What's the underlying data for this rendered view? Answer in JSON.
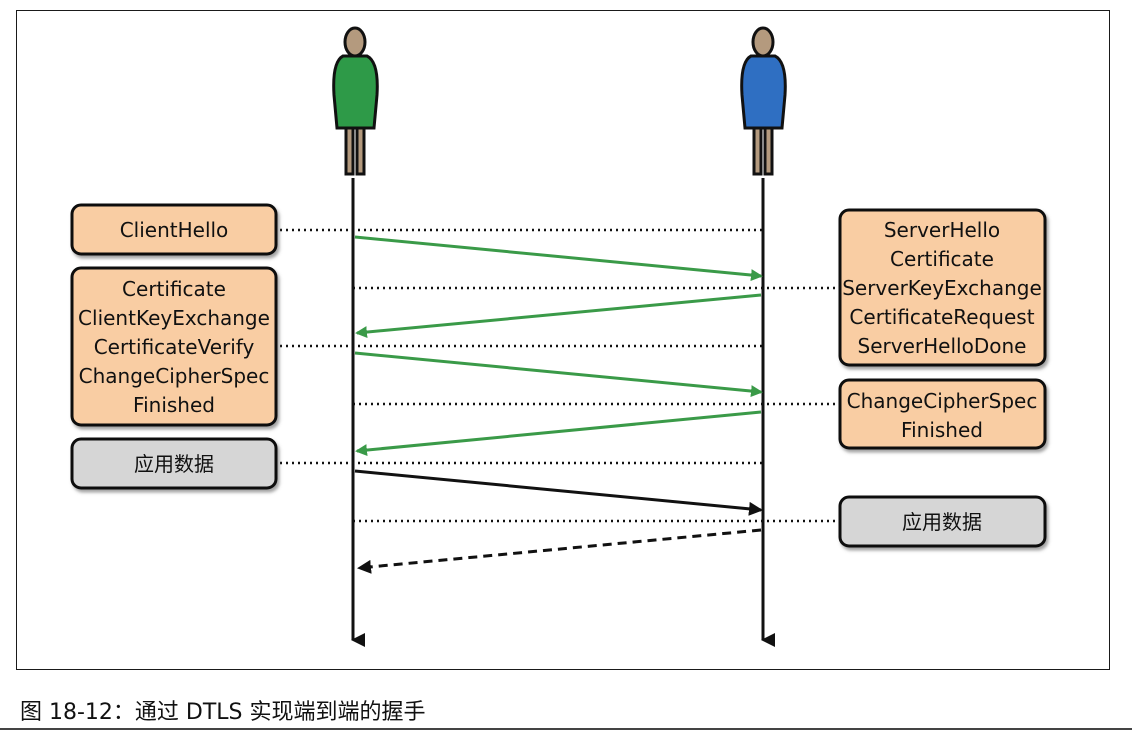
{
  "caption": "图 18-12：通过 DTLS 实现端到端的握手",
  "colors": {
    "client_figure": "#2e9a48",
    "server_figure": "#2f6fc2",
    "skin": "#b49a7e",
    "handshake_box": "#f9cda3",
    "data_box": "#d6d6d6",
    "handshake_arrow": "#3a9a48",
    "data_arrow": "#111111"
  },
  "client_messages": [
    {
      "lines": [
        "ClientHello"
      ],
      "kind": "handshake"
    },
    {
      "lines": [
        "Certificate",
        "ClientKeyExchange",
        "CertificateVerify",
        "ChangeCipherSpec",
        "Finished"
      ],
      "kind": "handshake"
    },
    {
      "lines": [
        "应用数据"
      ],
      "kind": "data"
    }
  ],
  "server_messages": [
    {
      "lines": [
        "ServerHello",
        "Certificate",
        "ServerKeyExchange",
        "CertificateRequest",
        "ServerHelloDone"
      ],
      "kind": "handshake"
    },
    {
      "lines": [
        "ChangeCipherSpec",
        "Finished"
      ],
      "kind": "handshake"
    },
    {
      "lines": [
        "应用数据"
      ],
      "kind": "data"
    }
  ],
  "arrows": [
    {
      "from": "client",
      "to": "server",
      "style": "handshake"
    },
    {
      "from": "server",
      "to": "client",
      "style": "handshake"
    },
    {
      "from": "client",
      "to": "server",
      "style": "handshake"
    },
    {
      "from": "server",
      "to": "client",
      "style": "handshake"
    },
    {
      "from": "client",
      "to": "server",
      "style": "data"
    },
    {
      "from": "server",
      "to": "client",
      "style": "data-dashed"
    }
  ],
  "icons": {
    "client": "person-icon",
    "server": "person-icon"
  }
}
